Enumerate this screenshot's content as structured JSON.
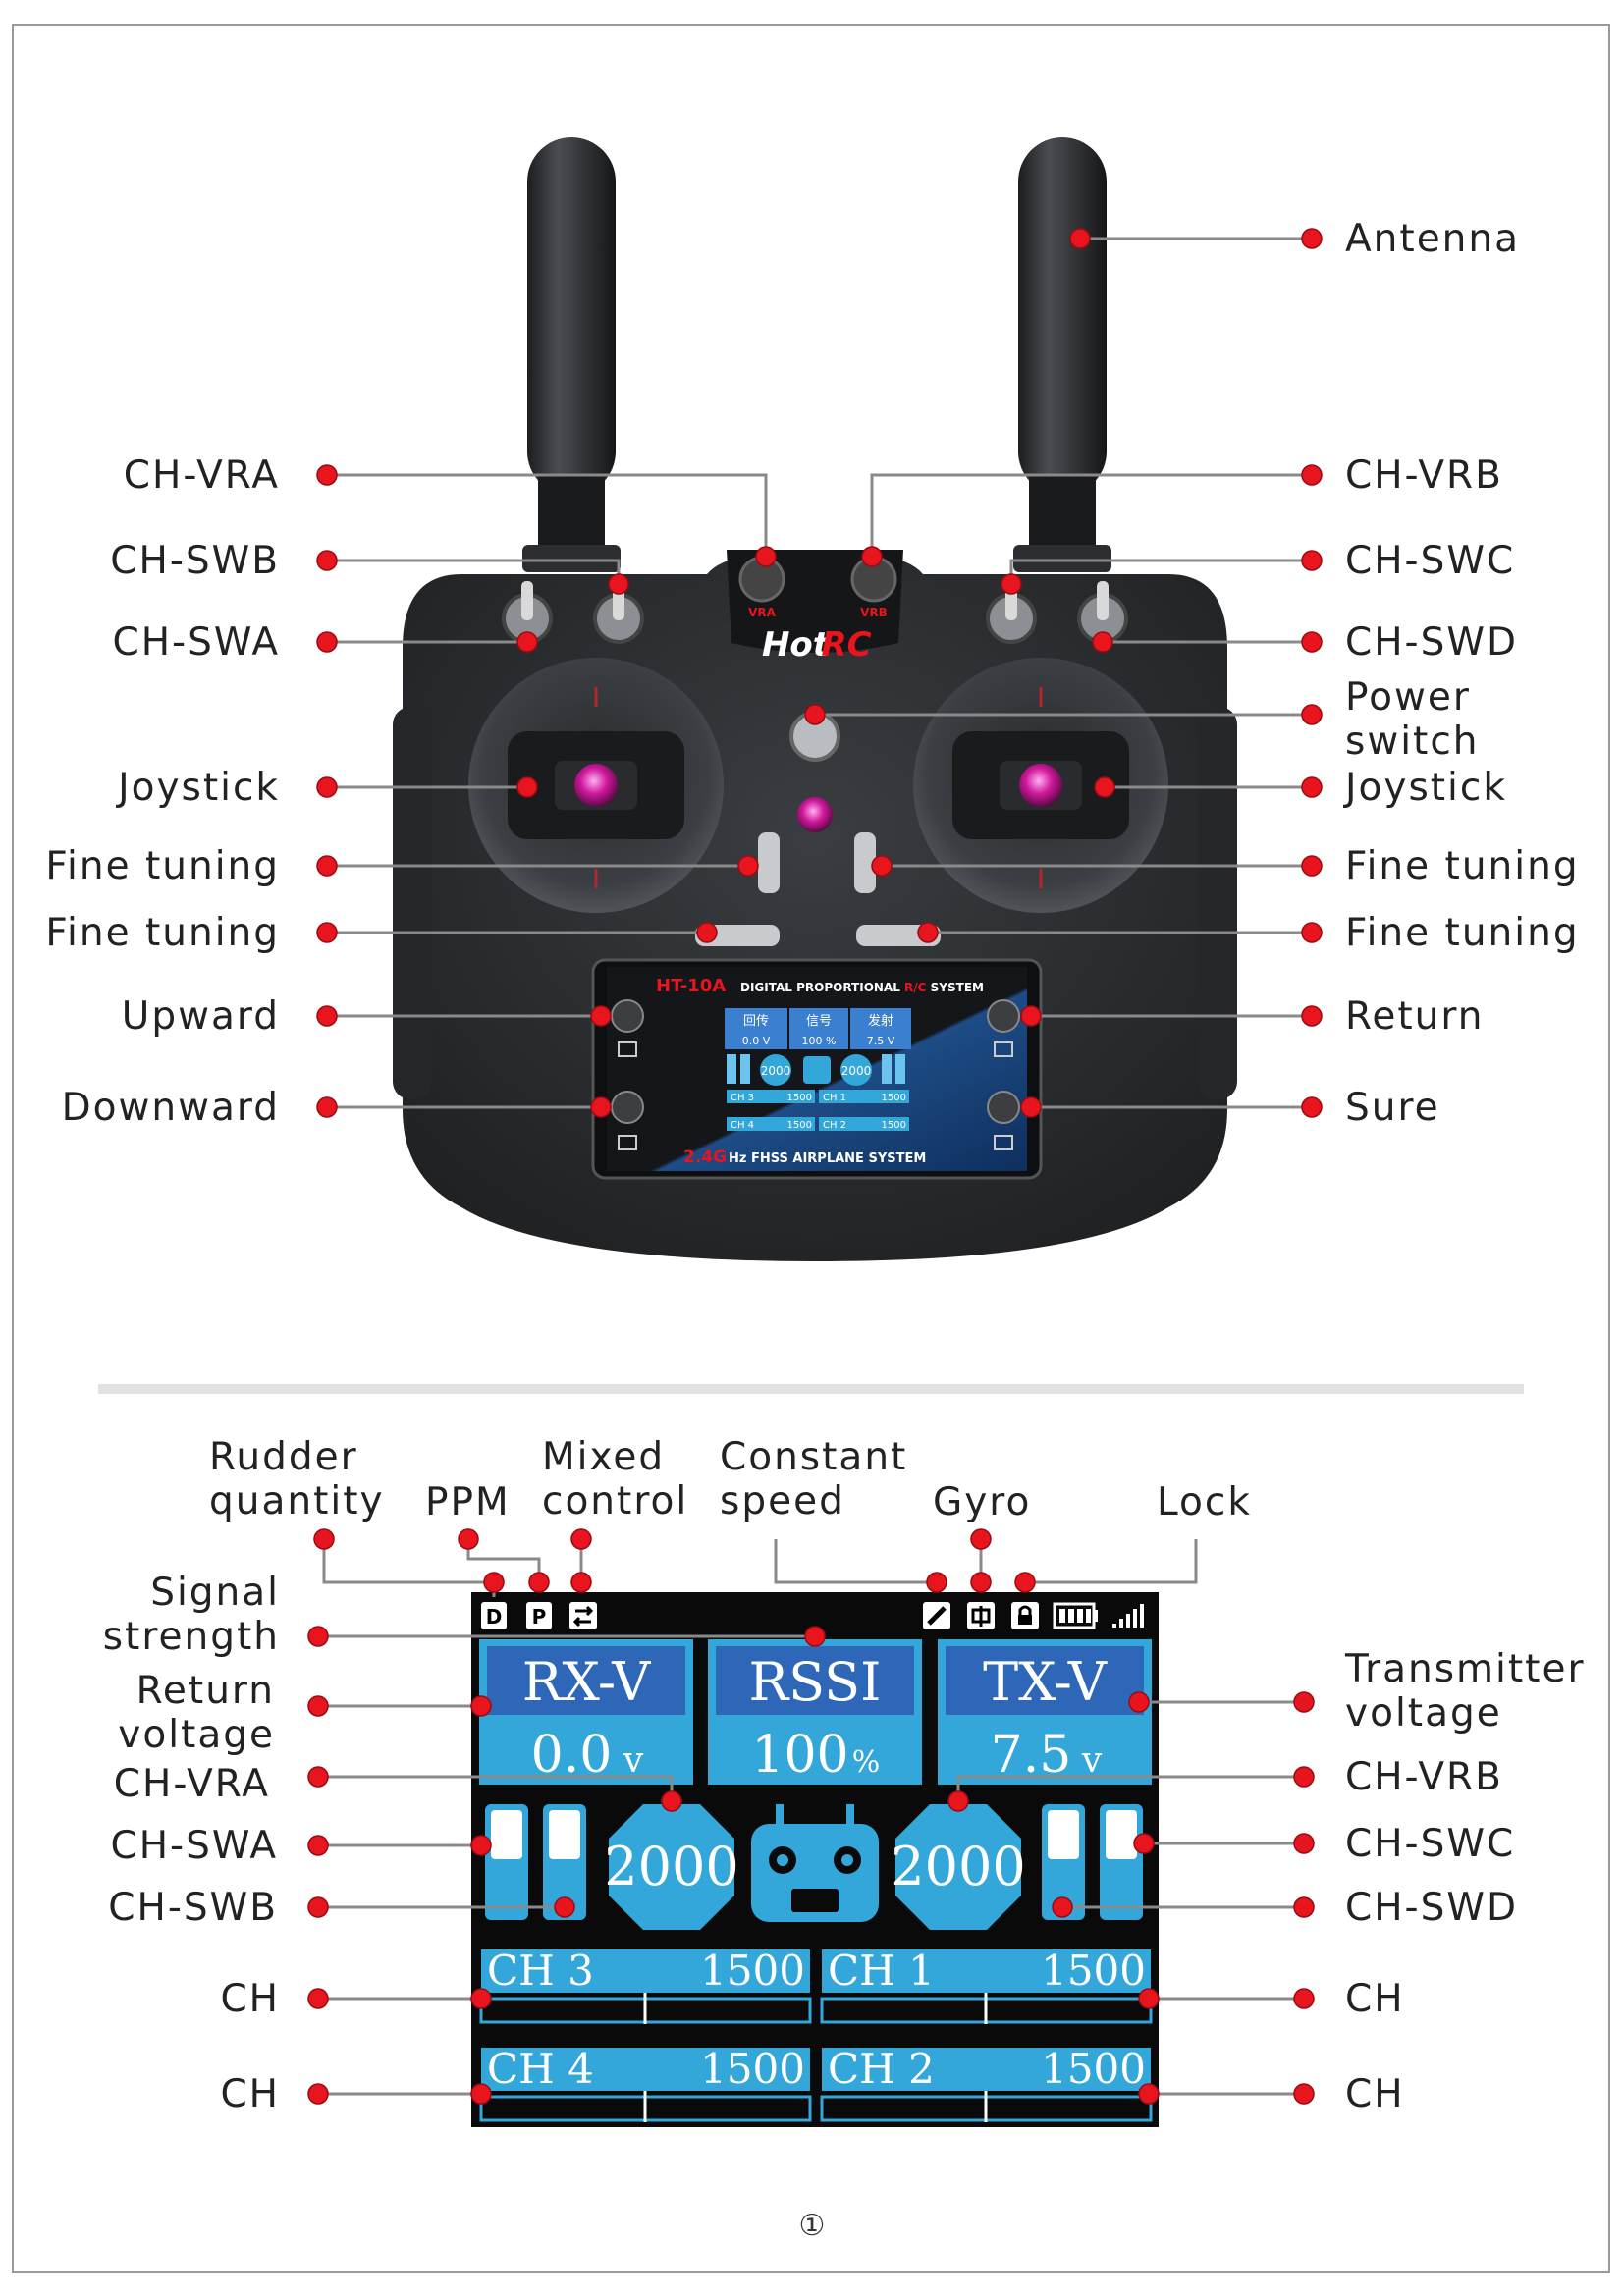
{
  "colors": {
    "dot": "#e8141e",
    "line": "#8a8a8a",
    "screen_bg": "#0a0a0a",
    "panel_blue": "#2f67b8",
    "panel_cyan": "#33a6da",
    "body": "#2b2d30"
  },
  "top": {
    "left_labels": [
      "CH-VRA",
      "CH-SWB",
      "CH-SWA",
      "Joystick",
      "Fine tuning",
      "Fine tuning",
      "Upward",
      "Downward"
    ],
    "right_labels": [
      "Antenna",
      "CH-VRB",
      "CH-SWC",
      "CH-SWD",
      "Power\nswitch",
      "Joystick",
      "Fine tuning",
      "Fine tuning",
      "Return",
      "Sure"
    ],
    "device": {
      "knob_a": "VRA",
      "knob_b": "VRB",
      "brand_hot": "Hot",
      "brand_rc": "RC",
      "model": "HT-10A",
      "model_desc_a": "DIGITAL PROPORTIONAL ",
      "model_desc_rc": "R/C",
      "model_desc_b": " SYSTEM",
      "freq": "2.4G",
      "freq_desc": " Hz FHSS AIRPLANE SYSTEM",
      "mini_heads": [
        "回传",
        "信号",
        "发射"
      ],
      "mini_vals": [
        "0.0 V",
        "100 %",
        "7.5 V"
      ],
      "mini_num_left": "2000",
      "mini_num_right": "2000",
      "mini_ch": [
        [
          "CH 3",
          "1500",
          "CH 1",
          "1500"
        ],
        [
          "CH 4",
          "1500",
          "CH 2",
          "1500"
        ]
      ]
    }
  },
  "bottom": {
    "top_labels": [
      "Rudder\nquantity",
      "PPM",
      "Mixed\ncontrol",
      "Constant\nspeed",
      "Gyro",
      "Lock"
    ],
    "left_labels": [
      "Signal\nstrength",
      "Return\nvoltage",
      "CH-VRA",
      "CH-SWA",
      "CH-SWB",
      "CH",
      "CH"
    ],
    "right_labels": [
      "Transmitter\nvoltage",
      "CH-VRB",
      "CH-SWC",
      "CH-SWD",
      "CH",
      "CH"
    ],
    "status_icons": [
      "D",
      "P"
    ],
    "screen": {
      "headers": [
        "RX-V",
        "RSSI",
        "TX-V"
      ],
      "values": [
        "0.0",
        "100",
        "7.5"
      ],
      "units": [
        "v",
        "%",
        "v"
      ],
      "num_left": "2000",
      "num_right": "2000",
      "channels": [
        [
          "CH 3",
          "1500"
        ],
        [
          "CH 1",
          "1500"
        ],
        [
          "CH 4",
          "1500"
        ],
        [
          "CH 2",
          "1500"
        ]
      ]
    }
  },
  "page_number": "①"
}
